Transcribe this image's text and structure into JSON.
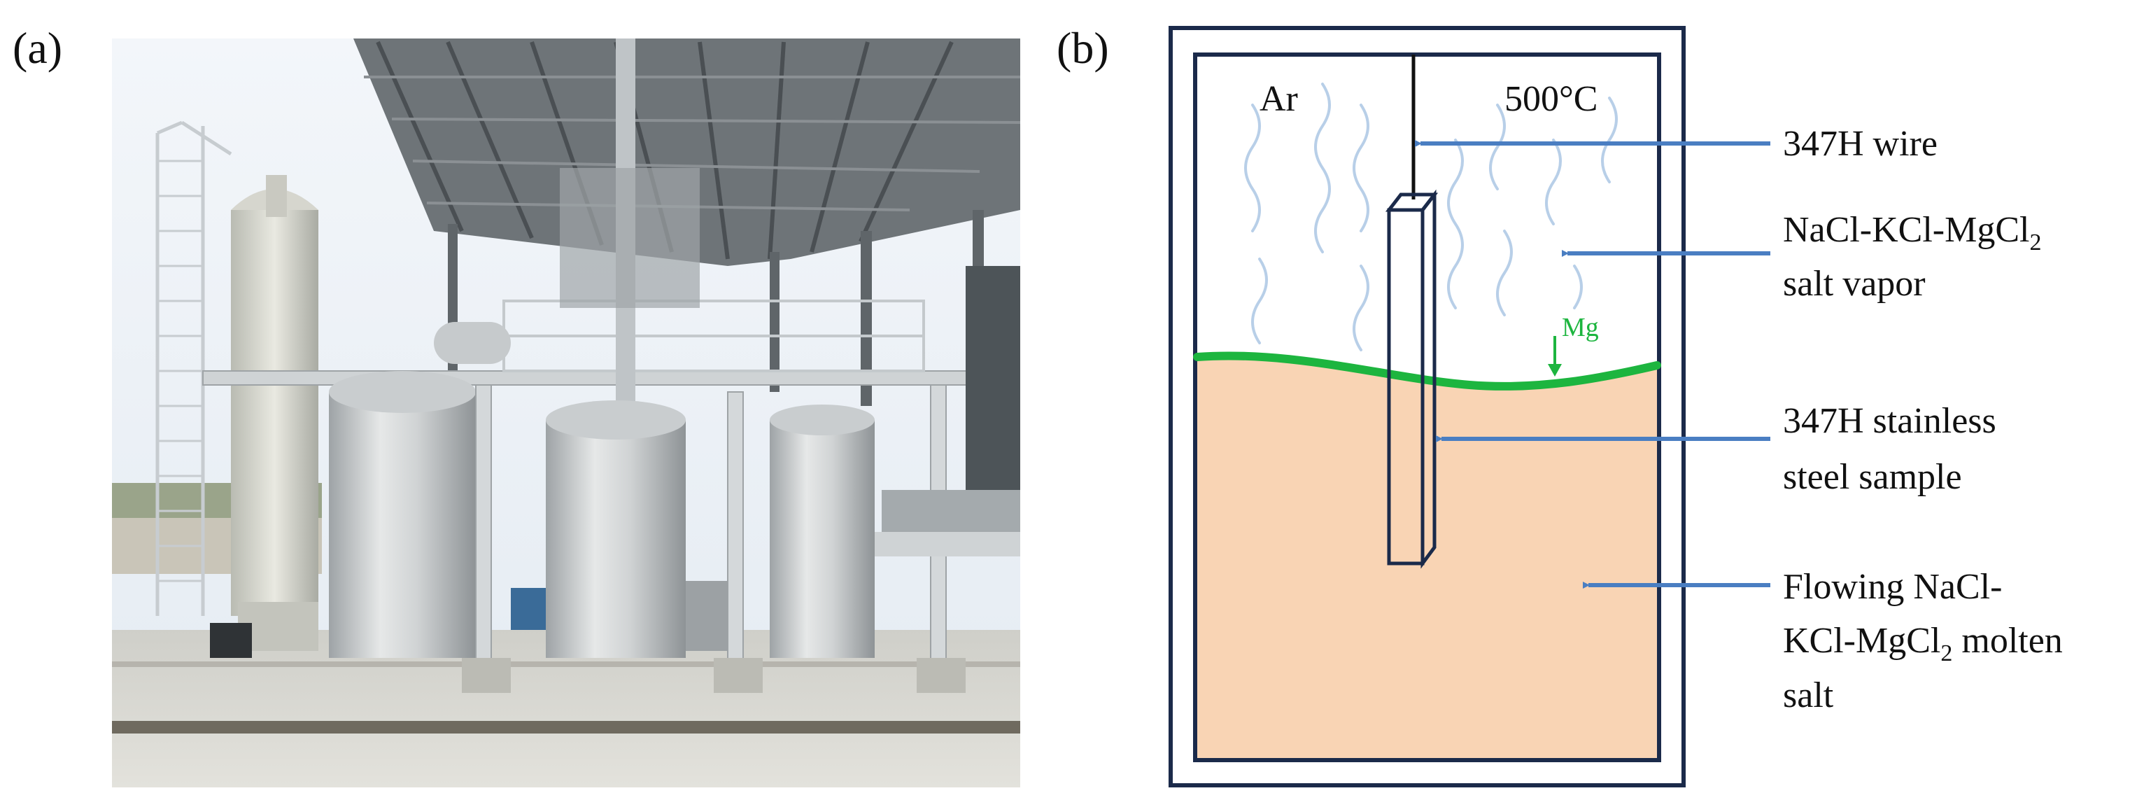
{
  "panel_a": {
    "label": "(a)"
  },
  "panel_b": {
    "label": "(b)",
    "atmosphere": "Ar",
    "temperature": "500°C",
    "surface_layer": "Mg",
    "annotations": {
      "wire": "347H wire",
      "vapor_line1": "NaCl-KCl-MgCl",
      "vapor_line1_sub": "2",
      "vapor_line2": "salt vapor",
      "sample_line1": "347H stainless",
      "sample_line2": "steel sample",
      "salt_line1": "Flowing NaCl-",
      "salt_line2_pre": "KCl-MgCl",
      "salt_line2_sub": "2",
      "salt_line2_post": " molten",
      "salt_line3": "salt"
    }
  },
  "colors": {
    "molten_salt": "#f9d4b4",
    "mg_layer": "#1db53f",
    "arrow": "#4a7ec2",
    "vapor": "#b8cfe8",
    "frame": "#1b2a4a"
  }
}
